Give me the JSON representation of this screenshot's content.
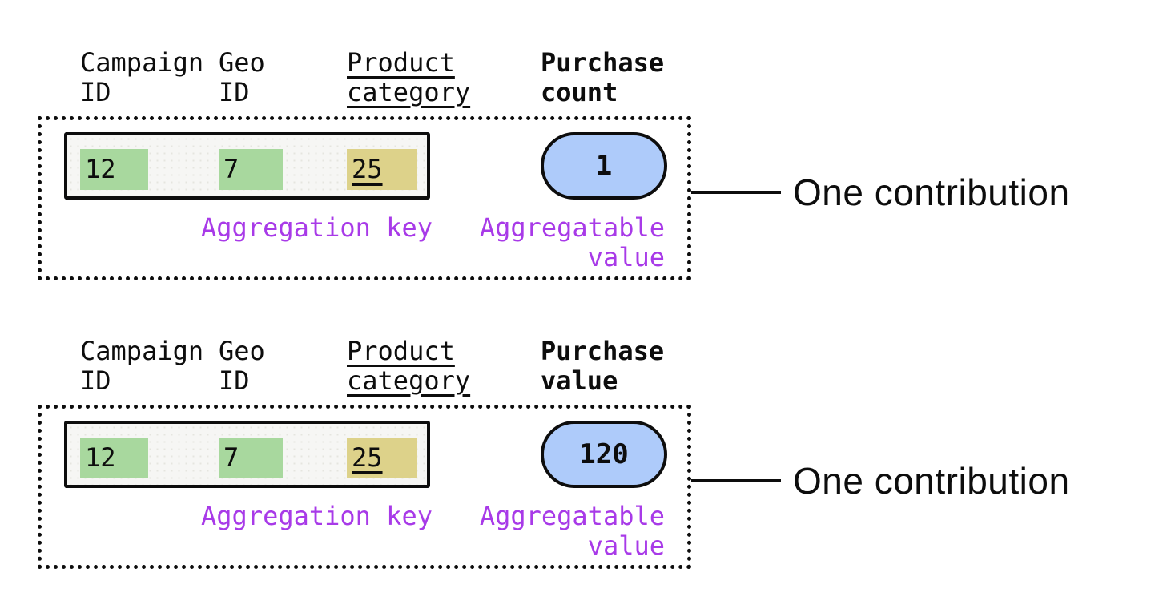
{
  "colors": {
    "ink": "#0d0d0d",
    "green": "#a8d89e",
    "yellow": "#ddd28a",
    "blue": "#aecbfa",
    "purple": "#a83ae8",
    "row_bg": "#f6f6f4"
  },
  "blocks": [
    {
      "headers": [
        {
          "line1": "Campaign",
          "line2": "ID"
        },
        {
          "line1": "Geo",
          "line2": "ID"
        },
        {
          "line1": "Product",
          "line2": "category"
        },
        {
          "line1": "Purchase",
          "line2": "count"
        }
      ],
      "cells": [
        {
          "value": "12"
        },
        {
          "value": "7"
        },
        {
          "value": "25"
        }
      ],
      "pill_value": "1",
      "key_label": "Aggregation key",
      "value_label": {
        "line1": "Aggregatable",
        "line2": "value"
      },
      "annotation": "One contribution"
    },
    {
      "headers": [
        {
          "line1": "Campaign",
          "line2": "ID"
        },
        {
          "line1": "Geo",
          "line2": "ID"
        },
        {
          "line1": "Product",
          "line2": "category"
        },
        {
          "line1": "Purchase",
          "line2": "value"
        }
      ],
      "cells": [
        {
          "value": "12"
        },
        {
          "value": "7"
        },
        {
          "value": "25"
        }
      ],
      "pill_value": "120",
      "key_label": "Aggregation key",
      "value_label": {
        "line1": "Aggregatable",
        "line2": "value"
      },
      "annotation": "One contribution"
    }
  ]
}
